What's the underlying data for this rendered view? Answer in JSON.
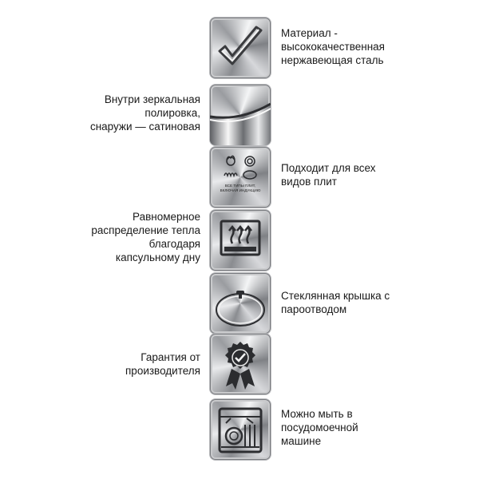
{
  "features": [
    {
      "id": "material",
      "icon": "checkmark-icon",
      "side": "right",
      "lines": [
        "Материал -",
        "высококачественная",
        "нержавеющая сталь"
      ]
    },
    {
      "id": "polish",
      "icon": "mirror-pan-icon",
      "side": "left",
      "lines": [
        "Внутри зеркальная",
        "полировка,",
        "снаружи — сатиновая"
      ]
    },
    {
      "id": "stoves",
      "icon": "stovetops-icon",
      "side": "right",
      "lines": [
        "Подходит для всех",
        "видов плит"
      ],
      "icon_text": [
        "ВСЕ ТИПЫ ПЛИТ,",
        "ВКЛЮЧАЯ ИНДУКЦИЮ"
      ]
    },
    {
      "id": "heat",
      "icon": "heat-distribution-icon",
      "side": "left",
      "lines": [
        "Равномерное",
        "распределение тепла",
        "благодаря",
        "капсульному дну"
      ]
    },
    {
      "id": "lid",
      "icon": "glass-lid-icon",
      "side": "right",
      "lines": [
        "Стеклянная крышка с",
        "пароотводом"
      ]
    },
    {
      "id": "warranty",
      "icon": "warranty-badge-icon",
      "side": "left",
      "lines": [
        "Гарантия от",
        "производителя"
      ]
    },
    {
      "id": "dishwasher",
      "icon": "dishwasher-icon",
      "side": "right",
      "lines": [
        "Можно мыть в",
        "посудомоечной",
        "машине"
      ]
    }
  ]
}
